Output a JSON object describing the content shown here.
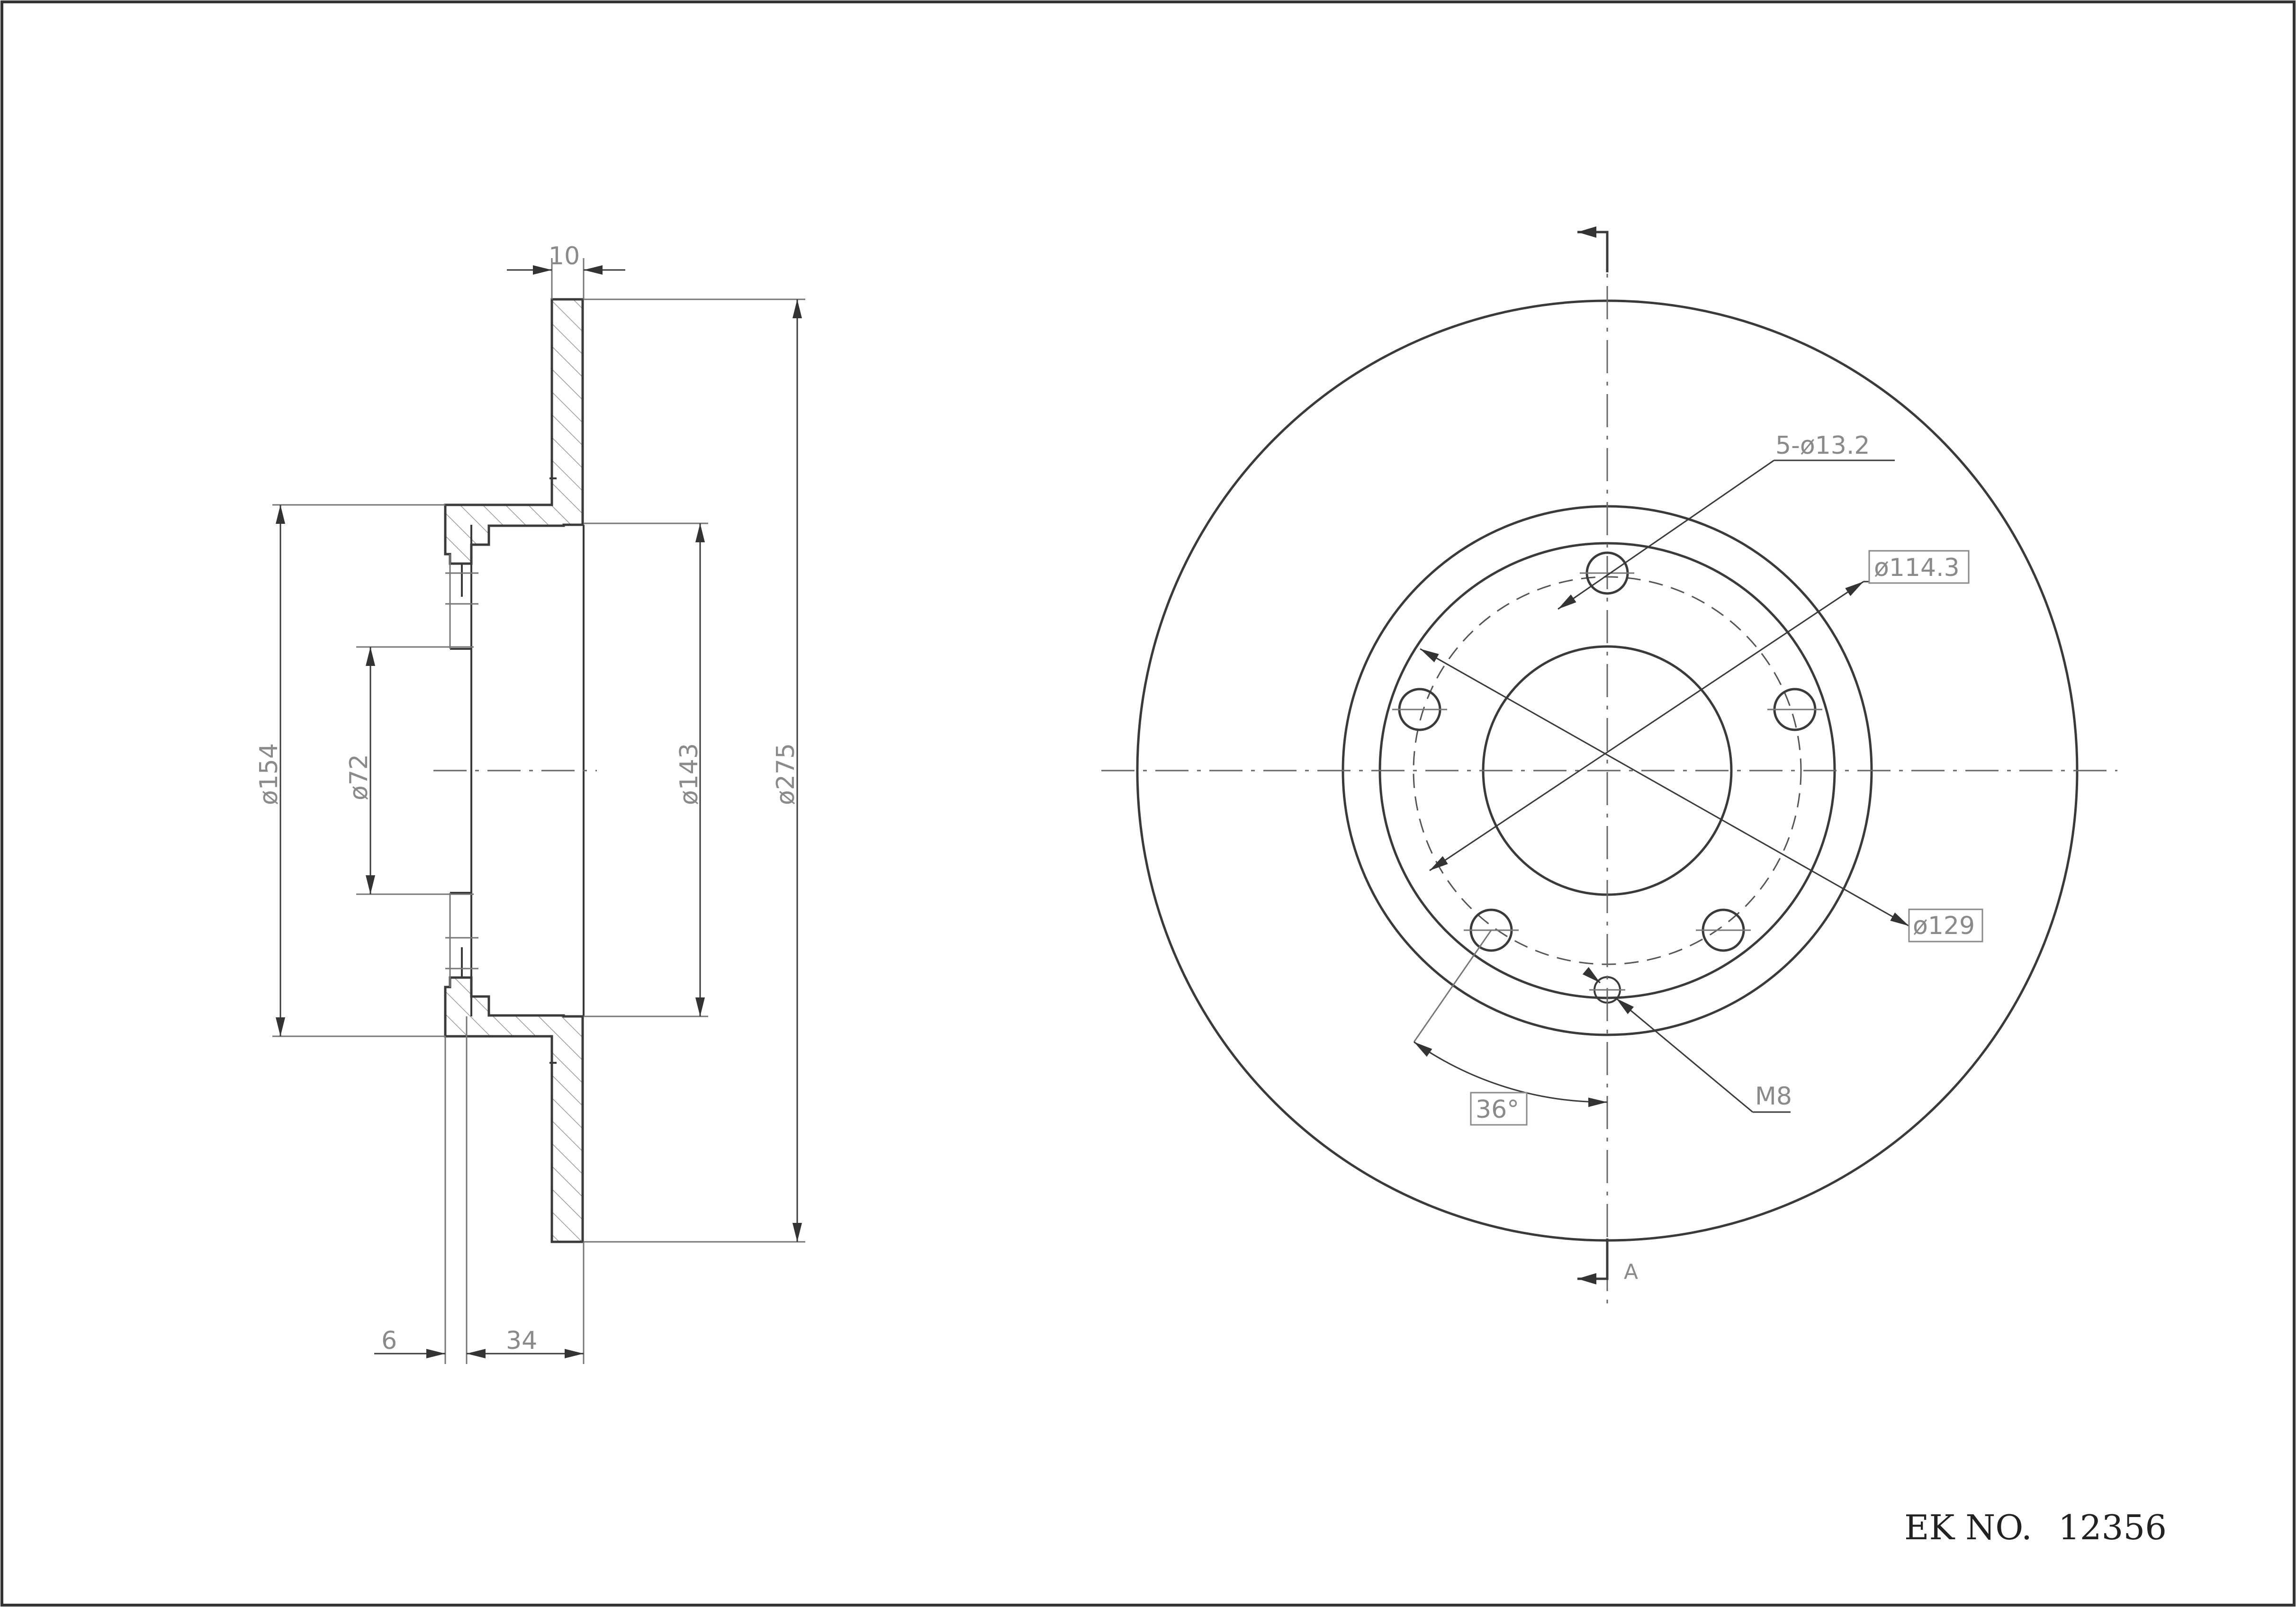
{
  "side_view": {
    "dims": {
      "thickness": "10",
      "hub_offset": "6",
      "hat_height": "34",
      "d154": "ø154",
      "d72": "ø72",
      "d143": "ø143",
      "d275": "ø275"
    }
  },
  "front_view": {
    "labels": {
      "bolt_holes": "5-ø13.2",
      "pcd": "ø114.3",
      "d129": "ø129",
      "thread": "M8",
      "angle": "36°",
      "section": "A"
    },
    "bolt_count": 5,
    "angle_deg": 36
  },
  "title_block": {
    "ek_label": "EK NO.",
    "ek_number": "12356"
  },
  "colors": {
    "line": "#3a3a3a",
    "dimension_text": "#8a8a8a",
    "hatch": "#9a9a9a"
  }
}
